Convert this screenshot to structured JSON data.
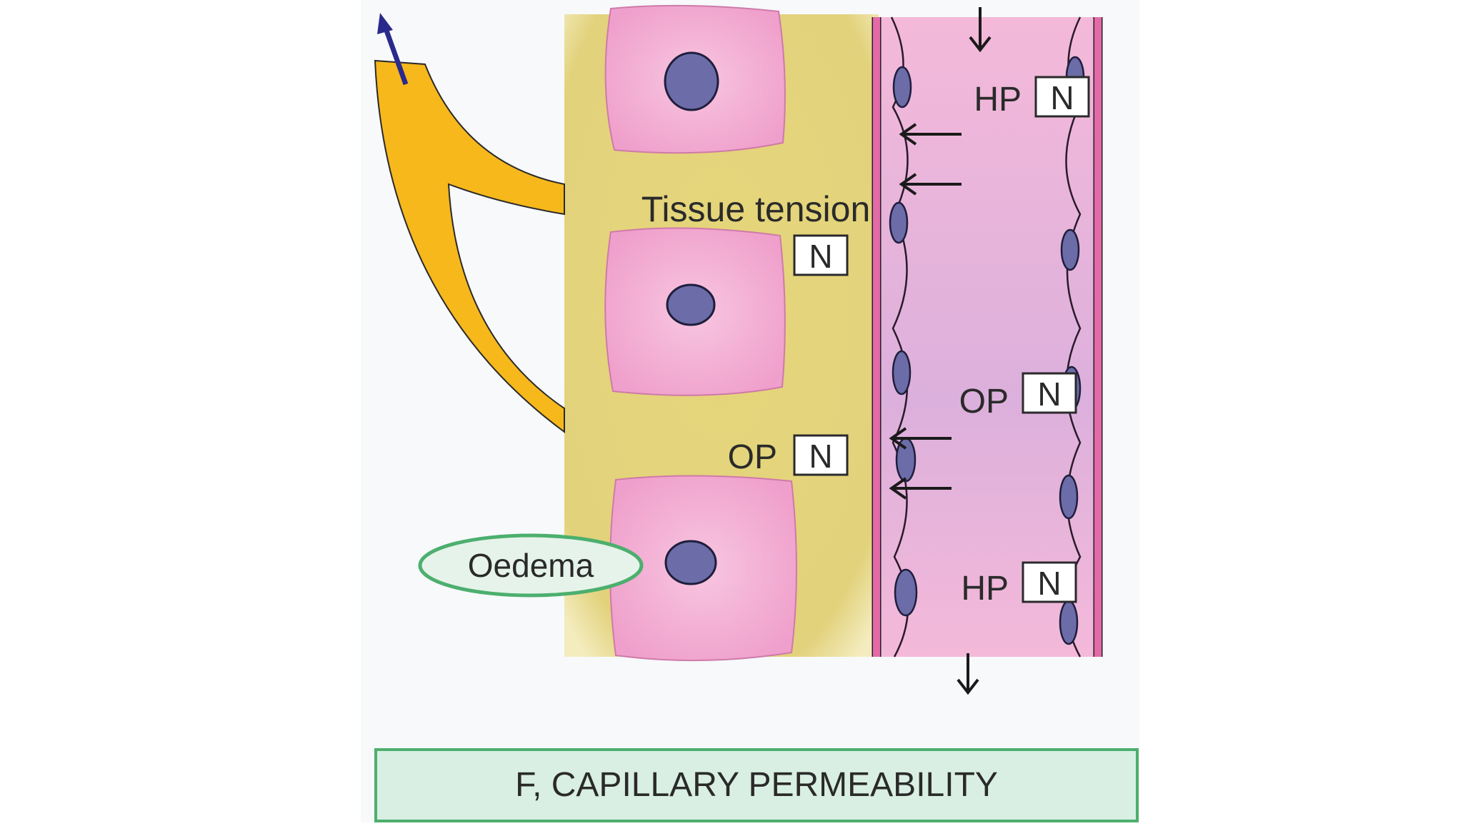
{
  "figure": {
    "caption": "F, CAPILLARY PERMEABILITY",
    "labels": {
      "tissue_tension": "Tissue tension",
      "tissue_tension_status": "N",
      "interstitial_op": "OP",
      "interstitial_op_status": "N",
      "oedema": "Oedema",
      "hp_arterial": "HP",
      "hp_arterial_status": "N",
      "op_capillary": "OP",
      "op_capillary_status": "N",
      "hp_venous": "HP",
      "hp_venous_status": "N"
    },
    "colors": {
      "interstitium": "#e3d37a",
      "tissue_cell": "#f2a6cf",
      "nucleus": "#6c6ca8",
      "capillary": "#f2b6d7",
      "lymphatic": "#f7b81c",
      "lymph_flow_arrow": "#2a2a8c",
      "caption_fill": "#d9efe3",
      "caption_border": "#4caf6e",
      "oedema_border": "#4caf6e"
    }
  }
}
